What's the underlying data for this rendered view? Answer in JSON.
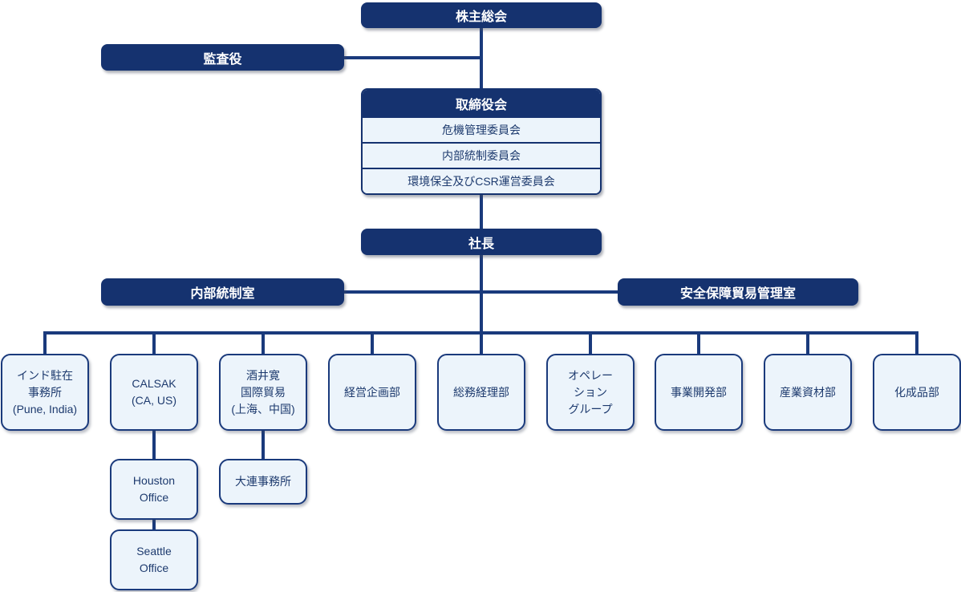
{
  "theme": {
    "navy": "#15326f",
    "line": "#1a3a7c",
    "light": "#ecf4fb",
    "text_navy": "#1d3a6e",
    "bg": "#ffffff"
  },
  "chart": {
    "shareholders": "株主総会",
    "auditor": "監査役",
    "board": "取締役会",
    "committees": [
      "危機管理委員会",
      "内部統制委員会",
      "環境保全及びCSR運営委員会"
    ],
    "president": "社長",
    "internal_control_office": "内部統制室",
    "security_trade_office": "安全保障貿易管理室",
    "departments": [
      "インド駐在\n事務所\n(Pune, India)",
      "CALSAK\n(CA, US)",
      "酒井寛\n国際貿易\n(上海、中国)",
      "経営企画部",
      "総務経理部",
      "オペレー\nション\nグループ",
      "事業開発部",
      "産業資材部",
      "化成品部"
    ],
    "sub_offices": {
      "houston": "Houston\nOffice",
      "seattle": "Seattle\nOffice",
      "dalian": "大連事務所"
    }
  }
}
